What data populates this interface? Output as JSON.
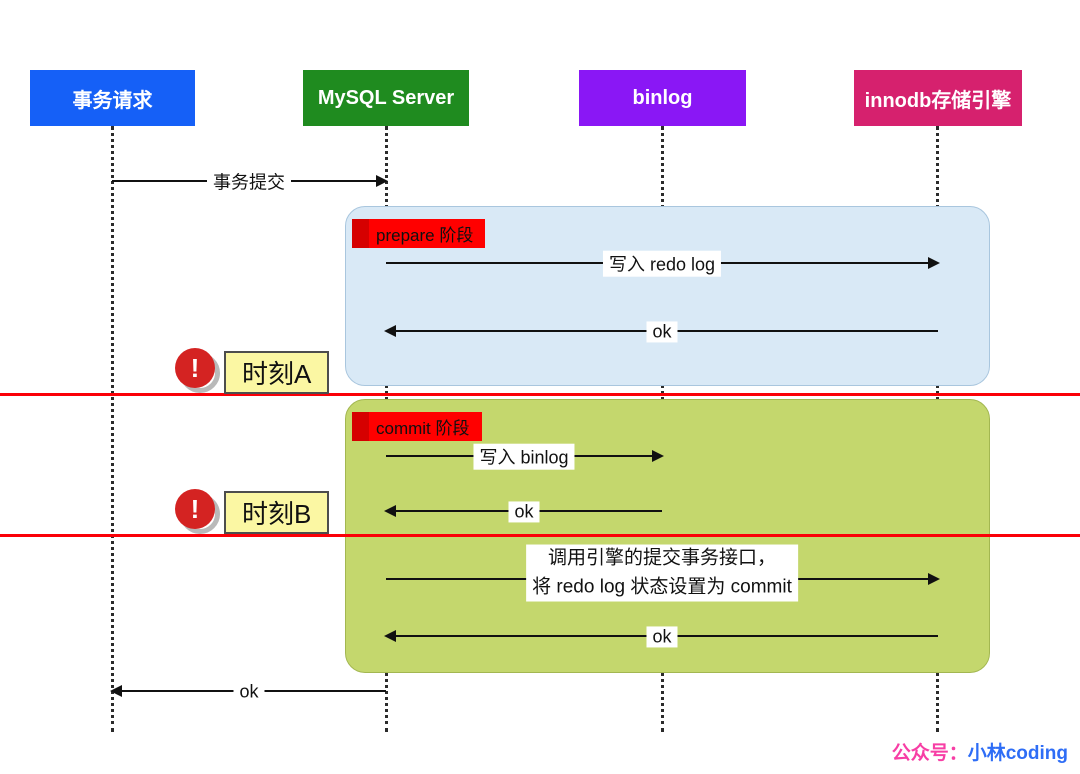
{
  "diagram": {
    "lifelines": [
      {
        "id": "transaction-request",
        "label": "事务请求",
        "color": "#1560f7"
      },
      {
        "id": "mysql-server",
        "label": "MySQL Server",
        "color": "#1f8b1f"
      },
      {
        "id": "binlog",
        "label": "binlog",
        "color": "#8a17f5"
      },
      {
        "id": "innodb-engine",
        "label": "innodb存储引擎",
        "color": "#d6216e"
      }
    ],
    "phases": [
      {
        "label": "prepare 阶段",
        "fill": "#d9e9f6",
        "tag_bg": "#ff0000"
      },
      {
        "label": "commit 阶段",
        "fill": "#c4d76d",
        "tag_bg": "#ff0000"
      }
    ],
    "moments": [
      {
        "label": "时刻A"
      },
      {
        "label": "时刻B"
      }
    ],
    "messages": [
      {
        "label": "事务提交",
        "from": "事务请求",
        "to": "MySQL Server"
      },
      {
        "label": "写入 redo log",
        "from": "MySQL Server",
        "to": "innodb存储引擎"
      },
      {
        "label": "ok",
        "from": "innodb存储引擎",
        "to": "MySQL Server"
      },
      {
        "label": "写入 binlog",
        "from": "MySQL Server",
        "to": "binlog"
      },
      {
        "label": "ok",
        "from": "binlog",
        "to": "MySQL Server"
      },
      {
        "line1": "调用引擎的提交事务接口，",
        "line2": "将 redo log 状态设置为 commit",
        "from": "MySQL Server",
        "to": "innodb存储引擎"
      },
      {
        "label": "ok",
        "from": "innodb存储引擎",
        "to": "MySQL Server"
      },
      {
        "label": "ok",
        "from": "MySQL Server",
        "to": "事务请求"
      }
    ],
    "icons": {
      "alert_glyph": "!"
    },
    "separator_color": "#fb0007",
    "footer": {
      "prefix": "公众号：",
      "name": "小林coding"
    }
  }
}
